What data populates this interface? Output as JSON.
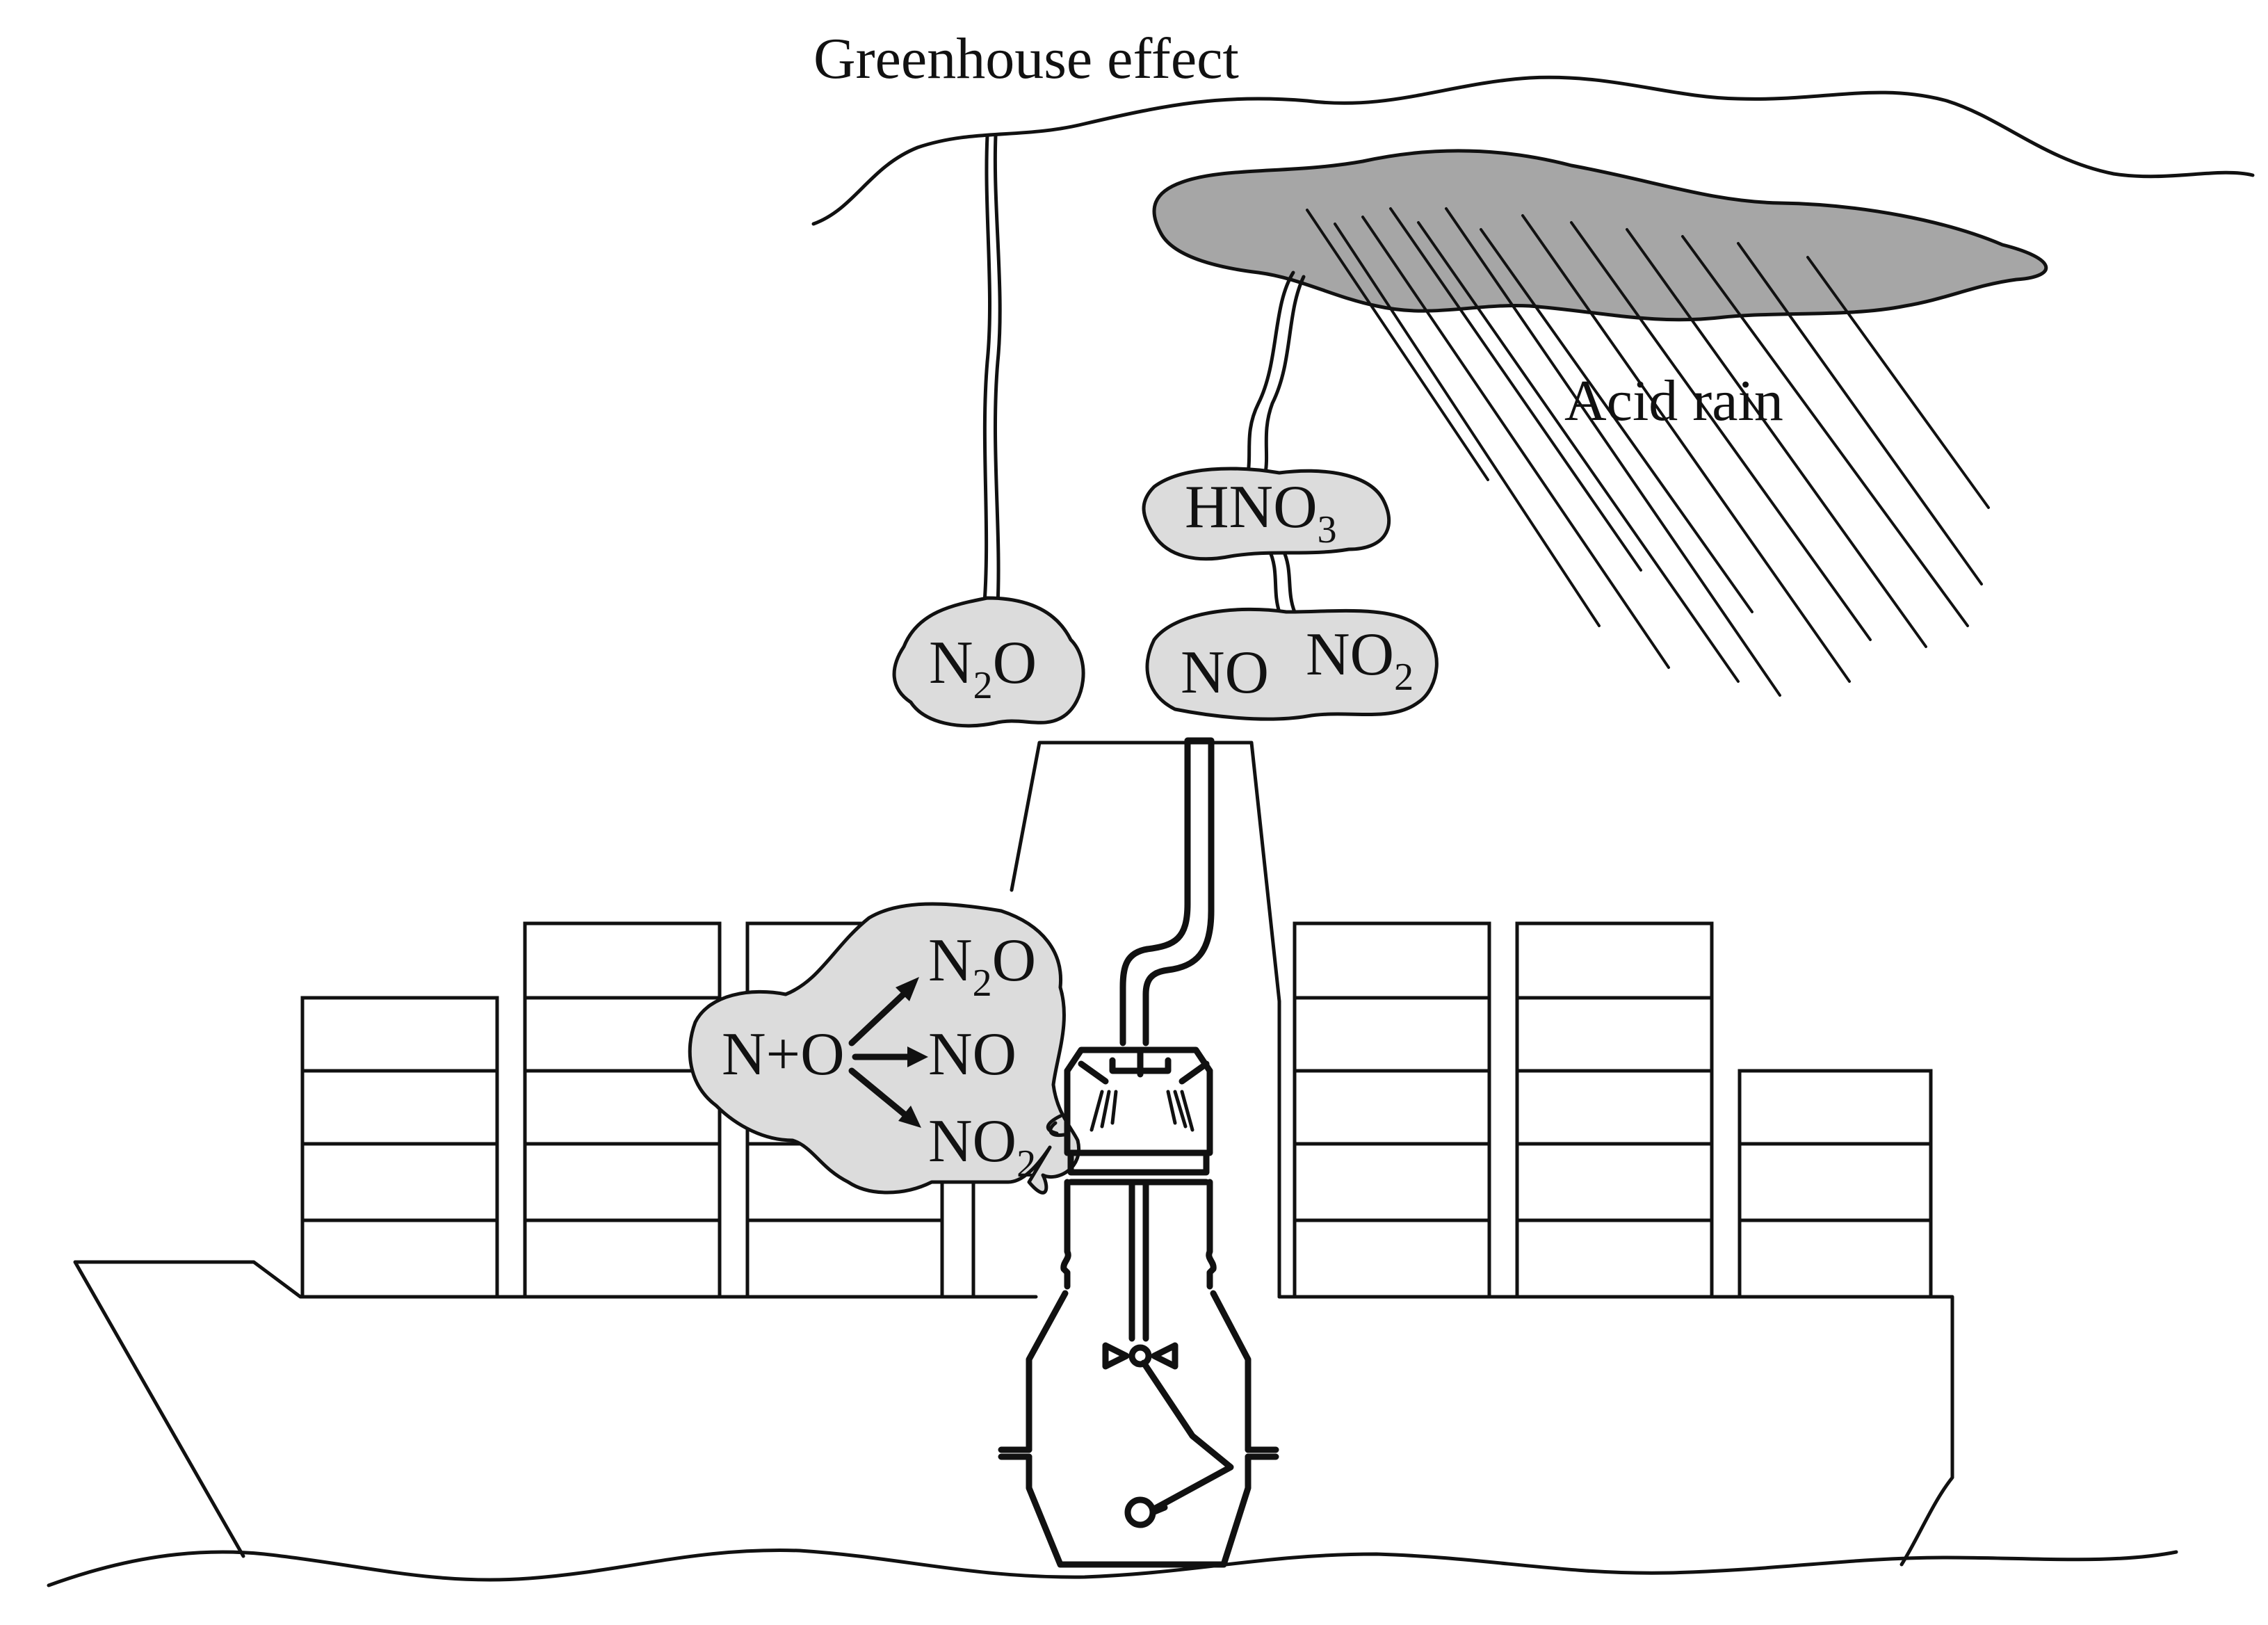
{
  "labels": {
    "greenhouse": "Greenhouse effect",
    "acid_rain": "Acid rain",
    "reaction_source": "N+O"
  },
  "species": {
    "n2o": {
      "base": "N",
      "sub": "2",
      "tail": "O"
    },
    "hno3": {
      "base": "HNO",
      "sub": "3"
    },
    "no": {
      "base": "NO"
    },
    "no2": {
      "base": "NO",
      "sub": "2"
    }
  },
  "colors": {
    "puff_fill": "#dcdcdc",
    "cloud_fill": "#a6a6a6",
    "ink": "#111111"
  }
}
